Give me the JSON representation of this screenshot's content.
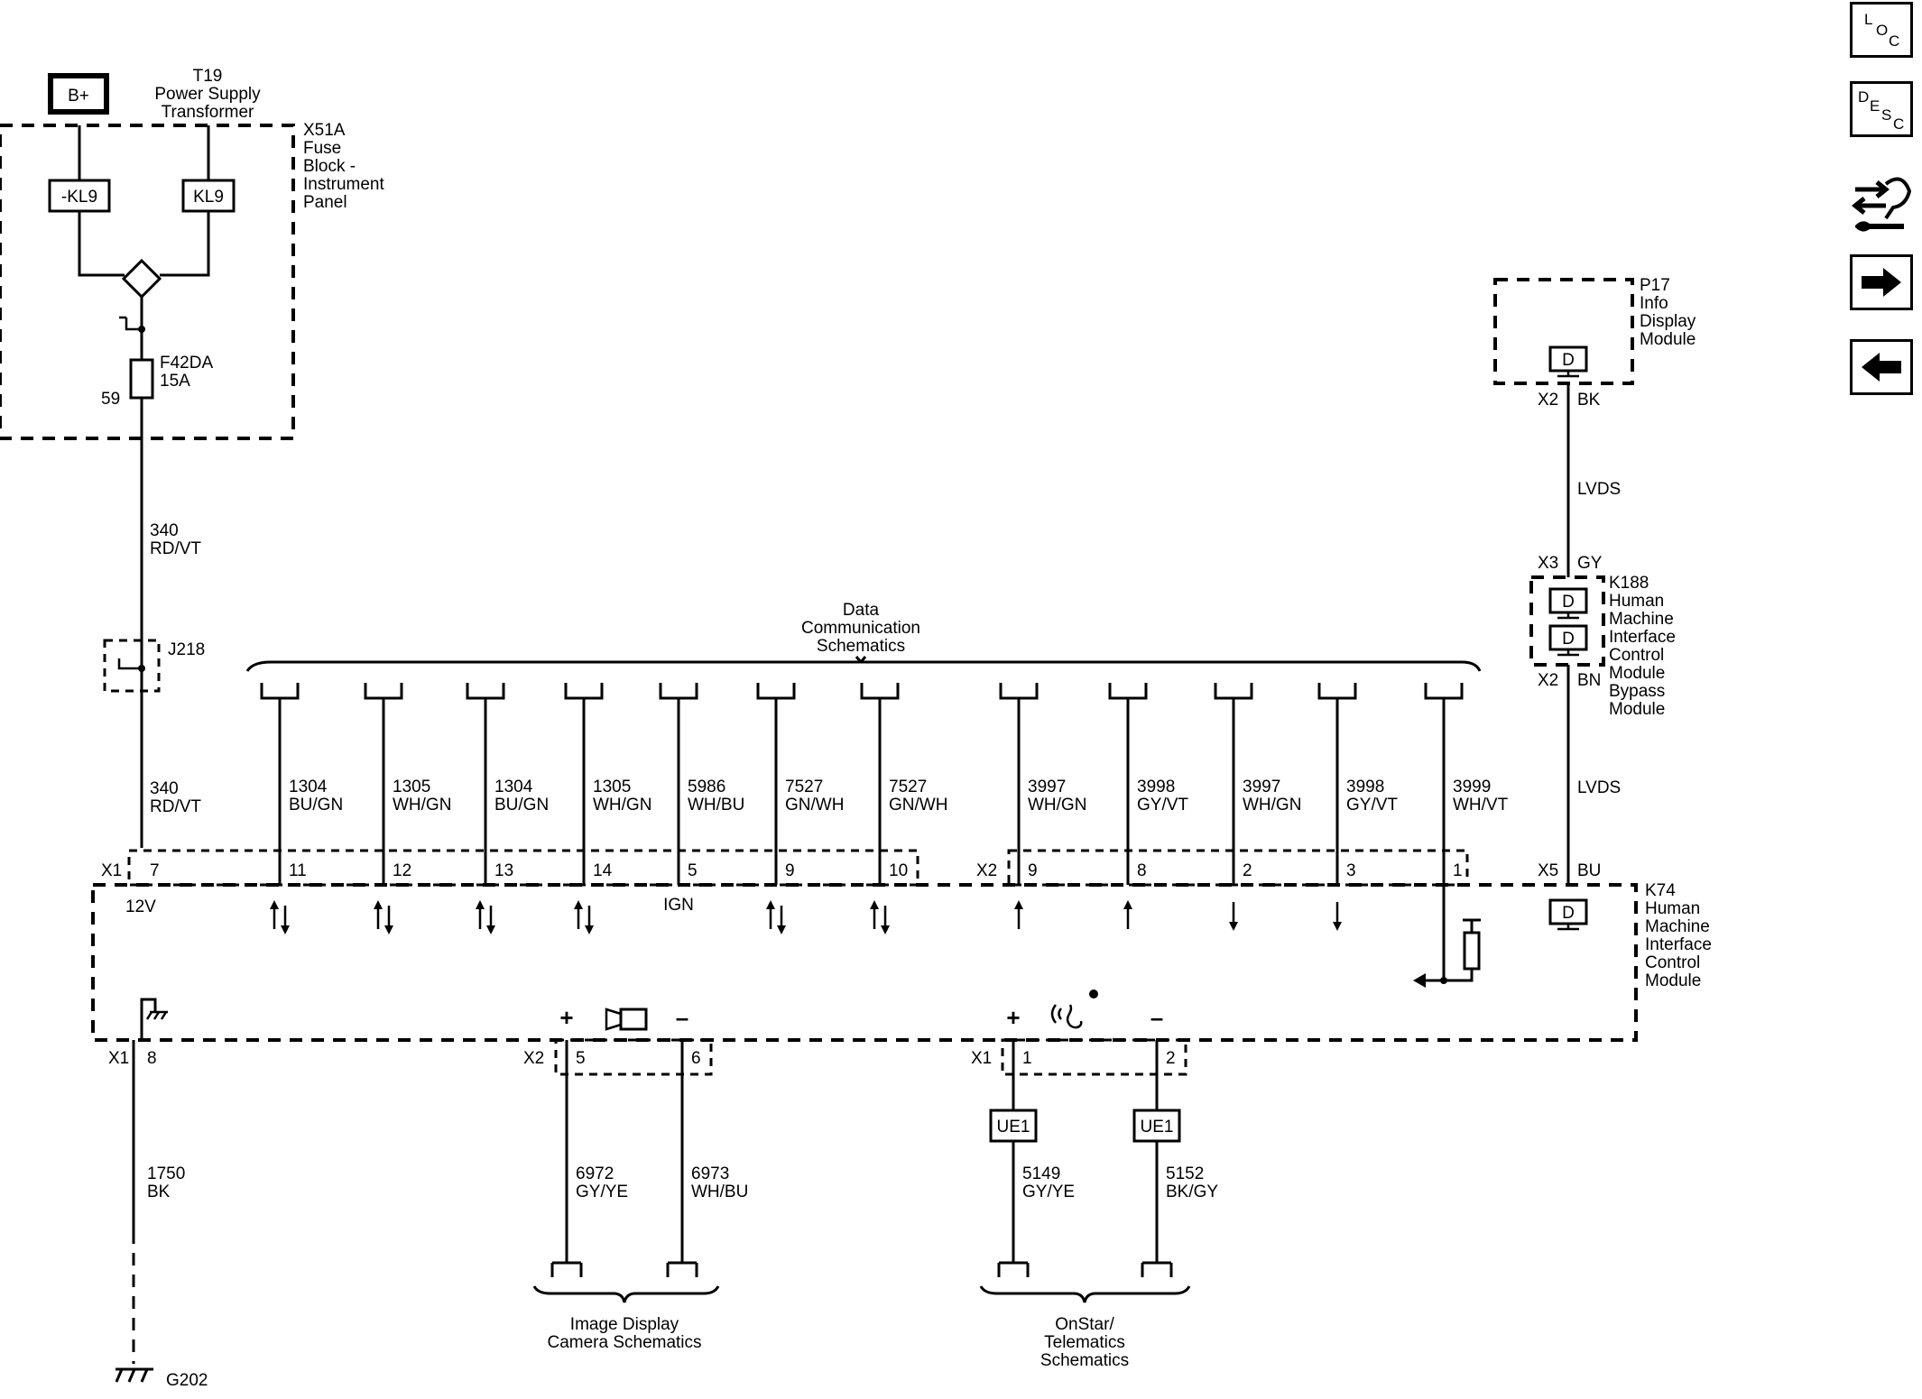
{
  "battery": {
    "label": "B+"
  },
  "transformer": {
    "ref": "T19",
    "line1": "Power Supply",
    "line2": "Transformer",
    "kl9_neg": "-KL9",
    "kl9": "KL9"
  },
  "fuse_block": {
    "ref": "X51A",
    "line1": "Fuse",
    "line2": "Block -",
    "line3": "Instrument",
    "line4": "Panel"
  },
  "fuse": {
    "name": "F42DA",
    "rating": "15A",
    "cavity": "59"
  },
  "j218": {
    "label": "J218"
  },
  "wire_340": {
    "circuit": "340",
    "color": "RD/VT"
  },
  "data_comm": {
    "line1": "Data",
    "line2": "Communication",
    "line3": "Schematics"
  },
  "comm_wires": [
    {
      "circuit": "1304",
      "color": "BU/GN",
      "pin": "11"
    },
    {
      "circuit": "1305",
      "color": "WH/GN",
      "pin": "12"
    },
    {
      "circuit": "1304",
      "color": "BU/GN",
      "pin": "13"
    },
    {
      "circuit": "1305",
      "color": "WH/GN",
      "pin": "14"
    },
    {
      "circuit": "5986",
      "color": "WH/BU",
      "pin": "5"
    },
    {
      "circuit": "7527",
      "color": "GN/WH",
      "pin": "9"
    },
    {
      "circuit": "7527",
      "color": "GN/WH",
      "pin": "10"
    },
    {
      "circuit": "3997",
      "color": "WH/GN",
      "pin": "9"
    },
    {
      "circuit": "3998",
      "color": "GY/VT",
      "pin": "8"
    },
    {
      "circuit": "3997",
      "color": "WH/GN",
      "pin": "2"
    },
    {
      "circuit": "3998",
      "color": "GY/VT",
      "pin": "3"
    },
    {
      "circuit": "3999",
      "color": "WH/VT",
      "pin": "1"
    }
  ],
  "x1": {
    "label": "X1",
    "pin7": "7",
    "v12": "12V",
    "ign": "IGN",
    "pin8": "8"
  },
  "x2": {
    "label": "X2"
  },
  "x5": {
    "label": "X5",
    "color": "BU"
  },
  "p17": {
    "ref": "P17",
    "line1": "Info",
    "line2": "Display",
    "line3": "Module",
    "conn": "X2",
    "color": "BK"
  },
  "lvds": {
    "label": "LVDS"
  },
  "k188": {
    "ref": "K188",
    "line1": "Human",
    "line2": "Machine",
    "line3": "Interface",
    "line4": "Control",
    "line5": "Module",
    "line6": "Bypass",
    "line7": "Module",
    "x3": "X3",
    "x3_color": "GY",
    "x2": "X2",
    "x2_color": "BN"
  },
  "k74": {
    "ref": "K74",
    "line1": "Human",
    "line2": "Machine",
    "line3": "Interface",
    "line4": "Control",
    "line5": "Module"
  },
  "d_symbol": "D",
  "plus": "+",
  "minus": "–",
  "camera": {
    "conn": "X2",
    "pin_pos": "5",
    "pin_neg": "6",
    "wire_pos": {
      "circuit": "6972",
      "color": "GY/YE"
    },
    "wire_neg": {
      "circuit": "6973",
      "color": "WH/BU"
    },
    "line1": "Image Display",
    "line2": "Camera Schematics"
  },
  "mic": {
    "conn": "X1",
    "pin_pos": "1",
    "pin_neg": "2",
    "ue": "UE1",
    "wire_pos": {
      "circuit": "5149",
      "color": "GY/YE"
    },
    "wire_neg": {
      "circuit": "5152",
      "color": "BK/GY"
    },
    "line1": "OnStar/",
    "line2": "Telematics",
    "line3": "Schematics"
  },
  "ground": {
    "circuit": "1750",
    "color": "BK",
    "ref": "G202",
    "conn": "X1"
  },
  "nav": {
    "loc": [
      "L",
      "O",
      "C"
    ],
    "desc": [
      "D",
      "E",
      "S",
      "C"
    ],
    "icons": [
      "connector-end-view-icon",
      "next-arrow-icon",
      "previous-arrow-icon"
    ]
  }
}
